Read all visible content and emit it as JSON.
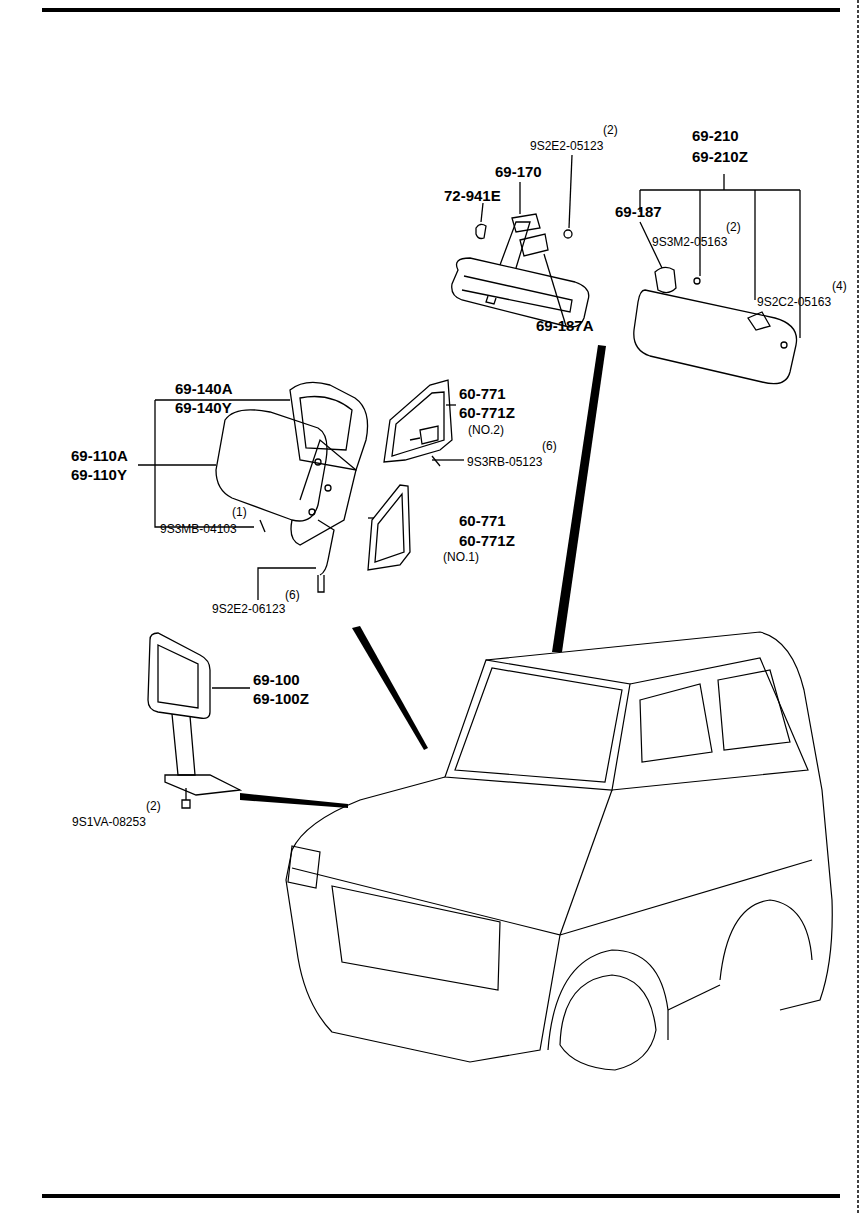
{
  "diagram": {
    "labels": [
      "(2)",
      "9S2E2-05123",
      "69-210",
      "69-210Z",
      "69-170",
      "72-941E",
      "69-187",
      "(2)",
      "9S3M2-05163",
      "(4)",
      "9S2C2-05163",
      "69-187A",
      "69-140A",
      "69-140Y",
      "60-771",
      "60-771Z",
      "(NO.2)",
      "(6)",
      "9S3RB-05123",
      "69-110A",
      "69-110Y",
      "(1)",
      "9S3MB-04103",
      "60-771",
      "60-771Z",
      "(NO.1)",
      "(6)",
      "9S2E2-06123",
      "69-100",
      "69-100Z",
      "(2)",
      "9S1VA-08253"
    ]
  }
}
